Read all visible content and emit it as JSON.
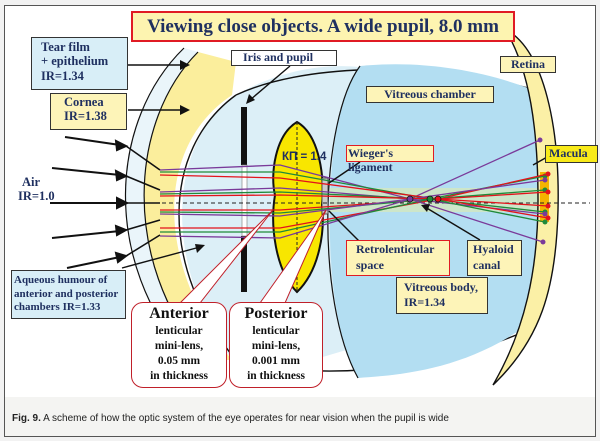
{
  "diagram": {
    "title": "Viewing close objects. A wide pupil, 8.0 mm",
    "labels": {
      "tear_film_line1": "Tear film",
      "tear_film_line2": "+ epithelium",
      "tear_film_line3": "IR=1.34",
      "cornea_line1": "Cornea",
      "cornea_line2": "IR=1.38",
      "iris": "Iris and pupil",
      "vitreous_chamber": "Vitreous chamber",
      "retina": "Retina",
      "macula": "Macula",
      "air_line1": "Air",
      "air_line2": "IR=1.0",
      "lens_index": "КП = 1.4",
      "wieger": "Wieger's ligament",
      "retro_line1": "Retrolenticular",
      "retro_line2": "space",
      "hyaloid_line1": "Hyaloid",
      "hyaloid_line2": "canal",
      "vitreous_body_line1": "Vitreous body,",
      "vitreous_body_line2": "IR=1.34",
      "aqueous_line1": "Aqueous humour of",
      "aqueous_line2": "anterior and posterior",
      "aqueous_line3": "chambers IR=1.33"
    },
    "anterior_bubble": {
      "heading": "Anterior",
      "line1": "lenticular",
      "line2": "mini-lens,",
      "line3": "0.05 mm",
      "line4": "in thickness"
    },
    "posterior_bubble": {
      "heading": "Posterior",
      "line1": "lenticular",
      "line2": "mini-lens,",
      "line3": "0.001 mm",
      "line4": "in thickness"
    },
    "ray_colors": {
      "red": "#e3131b",
      "green": "#1f8a3a",
      "purple": "#7a3a9a"
    }
  },
  "caption": {
    "prefix": "Fig. 9.",
    "text": " A scheme of how the optic system of the eye operates for near vision when the pupil is wide"
  }
}
